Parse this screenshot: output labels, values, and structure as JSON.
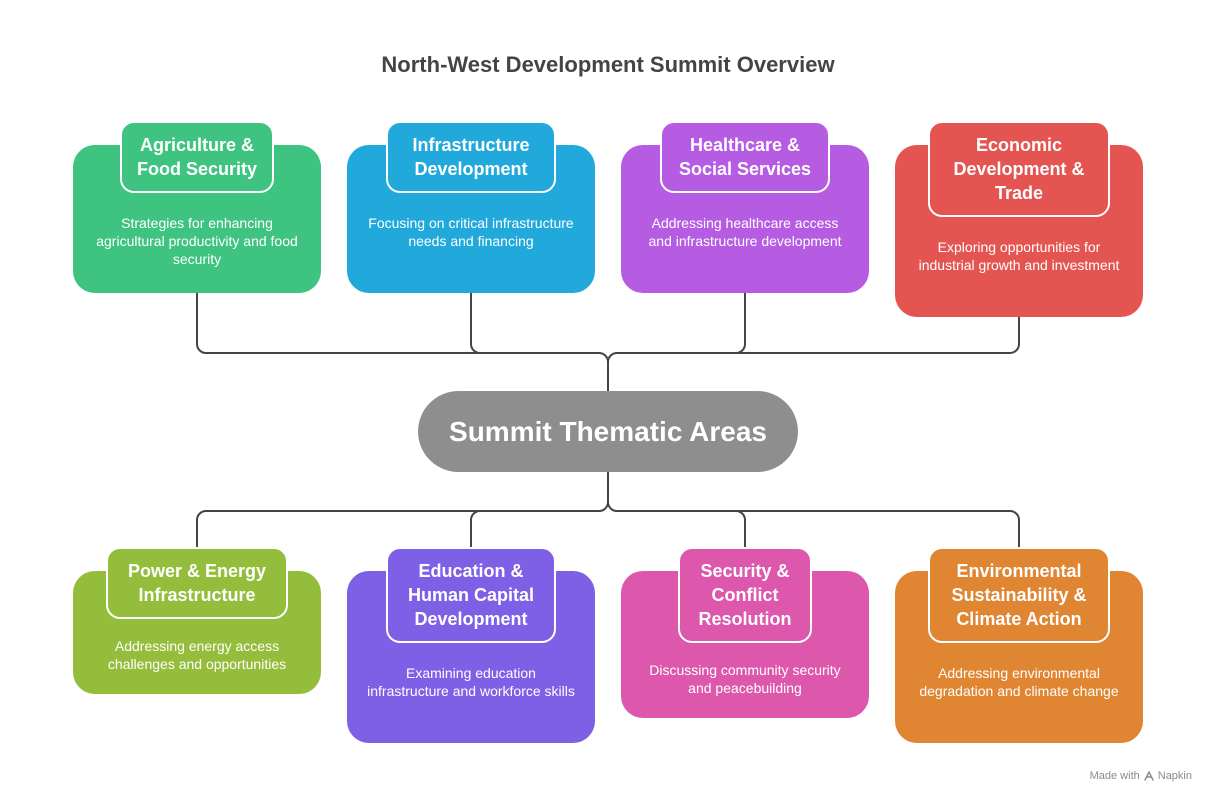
{
  "title": "North-West Development Summit Overview",
  "center": {
    "label": "Summit Thematic Areas",
    "color": "#8e8e8e"
  },
  "top_areas": [
    {
      "title": "Agriculture & Food Security",
      "description": "Strategies for enhancing agricultural productivity and food security",
      "color": "#3fc380"
    },
    {
      "title": "Infrastructure Development",
      "description": "Focusing on critical infrastructure needs and financing",
      "color": "#21a9dc"
    },
    {
      "title": "Healthcare & Social Services",
      "description": "Addressing healthcare access and infrastructure development",
      "color": "#b65ce3"
    },
    {
      "title": "Economic Development & Trade",
      "description": "Exploring opportunities for industrial growth and investment",
      "color": "#e45552"
    }
  ],
  "bottom_areas": [
    {
      "title": "Power & Energy Infrastructure",
      "description": "Addressing energy access challenges and opportunities",
      "color": "#93bd3a"
    },
    {
      "title": "Education & Human Capital Development",
      "description": "Examining education infrastructure and workforce skills",
      "color": "#7d60e6"
    },
    {
      "title": "Security & Conflict Resolution",
      "description": "Discussing community security and peacebuilding",
      "color": "#dd57ad"
    },
    {
      "title": "Environmental Sustainability & Climate Action",
      "description": "Addressing environmental degradation and climate change",
      "color": "#e08632"
    }
  ],
  "footer": {
    "made_with": "Made with",
    "brand": "Napkin",
    "brand_icon": "napkin-logo-icon"
  }
}
